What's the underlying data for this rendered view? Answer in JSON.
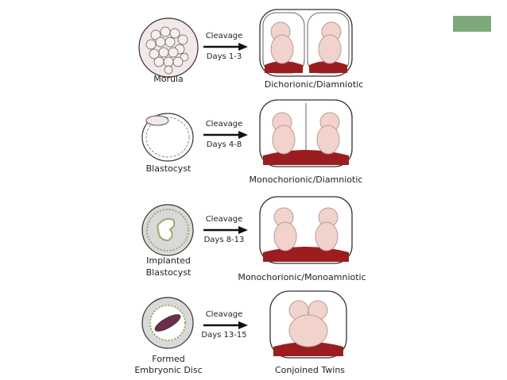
{
  "rows": [
    {
      "stage": "Morula",
      "cleavage": "Cleavage",
      "days": "Days 1-3",
      "result": "Dichorionic/Diamniotic"
    },
    {
      "stage": "Blastocyst",
      "cleavage": "Cleavage",
      "days": "Days 4-8",
      "result": "Monochorionic/Diamniotic"
    },
    {
      "stage_line1": "Implanted",
      "stage_line2": "Blastocyst",
      "cleavage": "Cleavage",
      "days": "Days 8-13",
      "result": "Monochorionic/Monoamniotic"
    },
    {
      "stage_line1": "Formed",
      "stage_line2": "Embryonic Disc",
      "cleavage": "Cleavage",
      "days": "Days 13-15",
      "result": "Conjoined Twins"
    }
  ],
  "colors": {
    "accent_box": "#7ea97a",
    "placenta": "#9b1d20",
    "fetus": "#f2d3cc",
    "sac": "#ffffff",
    "outline": "#333333"
  }
}
